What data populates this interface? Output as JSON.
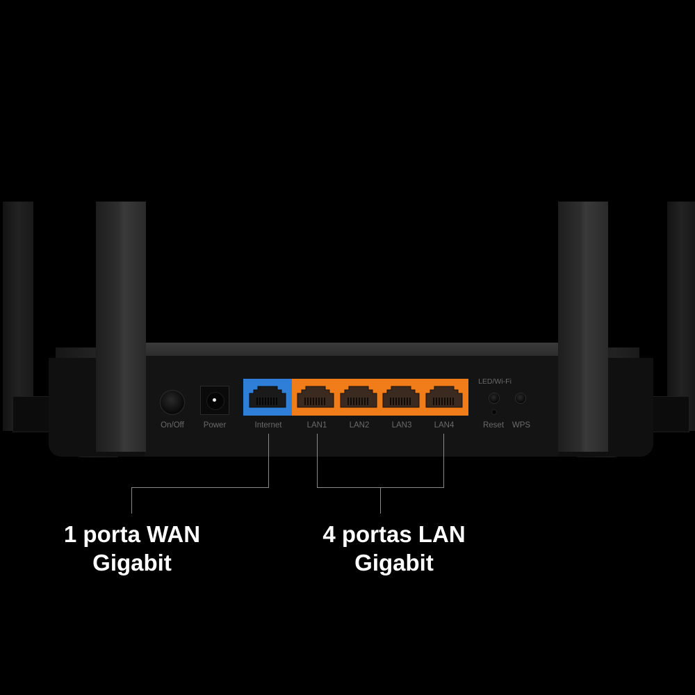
{
  "scene": {
    "background_color": "#000000",
    "product": "wireless router rear view"
  },
  "router": {
    "ports": {
      "on_off": {
        "label": "On/Off"
      },
      "power": {
        "label": "Power"
      },
      "internet": {
        "label": "Internet",
        "color": "#2f7fd8"
      },
      "lan": [
        {
          "label": "LAN1"
        },
        {
          "label": "LAN2"
        },
        {
          "label": "LAN3"
        },
        {
          "label": "LAN4"
        }
      ],
      "lan_color": "#f07c1a",
      "led_wifi": {
        "label": "LED/Wi-Fi"
      },
      "reset": {
        "label": "Reset"
      },
      "wps": {
        "label": "WPS"
      }
    }
  },
  "callouts": {
    "wan": {
      "line1": "1 porta WAN",
      "line2": "Gigabit"
    },
    "lan": {
      "line1": "4 portas LAN",
      "line2": "Gigabit"
    }
  }
}
